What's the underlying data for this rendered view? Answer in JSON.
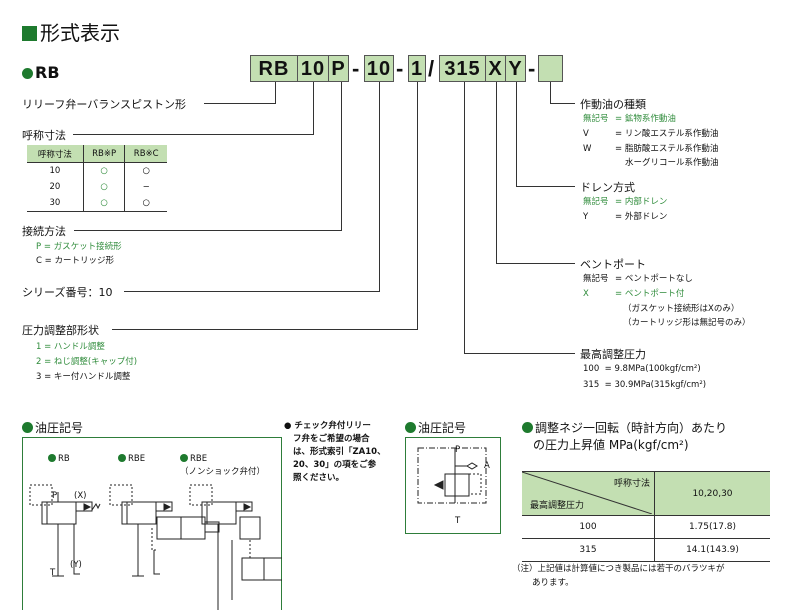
{
  "title": "形式表示",
  "model": "RB",
  "code": {
    "part1": "RB",
    "part2": "10",
    "part3": "P",
    "sep1": "-",
    "part4": "10",
    "sep2": "-",
    "part5": "1",
    "slash": "/",
    "part6": "315",
    "part7": "X",
    "part8": "Y",
    "sep3": "-",
    "part9": ""
  },
  "left": {
    "type_label": "リリーフ弁ーバランスピストン形",
    "size_label": "呼称寸法",
    "size_table": {
      "headers": [
        "呼称寸法",
        "RB※P",
        "RB※C"
      ],
      "rows": [
        [
          "10",
          "○",
          "○"
        ],
        [
          "20",
          "○",
          "−"
        ],
        [
          "30",
          "○",
          "○"
        ]
      ]
    },
    "connection": {
      "label": "接続方法",
      "items": [
        "P = ガスケット接続形",
        "C = カートリッジ形"
      ]
    },
    "series": "シリーズ番号：10",
    "adjust": {
      "label": "圧力調整部形状",
      "items": [
        "1 = ハンドル調整",
        "2 = ねじ調整(キャップ付)",
        "3 = キー付ハンドル調整"
      ]
    }
  },
  "right": {
    "fluid": {
      "label": "作動油の種類",
      "items": [
        {
          "k": "無記号",
          "v": "= 鉱物系作動油"
        },
        {
          "k": "V",
          "v": "= リン酸エステル系作動油"
        },
        {
          "k": "W",
          "v": "= 脂肪酸エステル系作動油"
        },
        {
          "k": "",
          "v": "水ーグリコール系作動油"
        }
      ]
    },
    "drain": {
      "label": "ドレン方式",
      "items": [
        {
          "k": "無記号",
          "v": "= 内部ドレン"
        },
        {
          "k": "Y",
          "v": "= 外部ドレン"
        }
      ]
    },
    "vent": {
      "label": "ベントポート",
      "items": [
        {
          "k": "無記号",
          "v": "= ベントポートなし"
        },
        {
          "k": "X",
          "v": "= ベントポート付"
        },
        {
          "k": "",
          "v": "（ガスケット接続形はXのみ）"
        },
        {
          "k": "",
          "v": "（カートリッジ形は無記号のみ）"
        }
      ]
    },
    "pressure": {
      "label": "最高調整圧力",
      "items": [
        "100  = 9.8MPa(100kgf/cm²)",
        "315  = 30.9MPa(315kgf/cm²)"
      ]
    }
  },
  "symbols": {
    "heading": "油圧記号",
    "rb": "RB",
    "rbe": "RBE",
    "rbe2": "RBE",
    "rbe2_sub": "（ノンショック弁付）",
    "P": "P",
    "T": "T",
    "X": "(X)",
    "Y": "(Y)",
    "A": "A"
  },
  "note": [
    "チェック弁付リリー",
    "フ弁をご希望の場合",
    "は、形式索引「ZA10、",
    "20、30」の項をご参",
    "照ください。"
  ],
  "rise": {
    "heading1": "調整ネジ一回転（時計方向）あたり",
    "heading2": "の圧力上昇値 MPa(kgf/cm²)",
    "col_header": "呼称寸法",
    "row_header": "最高調整圧力",
    "sizes": "10,20,30",
    "rows": [
      [
        "100",
        "1.75(17.8)"
      ],
      [
        "315",
        "14.1(143.9)"
      ]
    ],
    "note1": "（注）上記値は計算値につき製品には若干のバラツキが",
    "note2": "あります。"
  }
}
